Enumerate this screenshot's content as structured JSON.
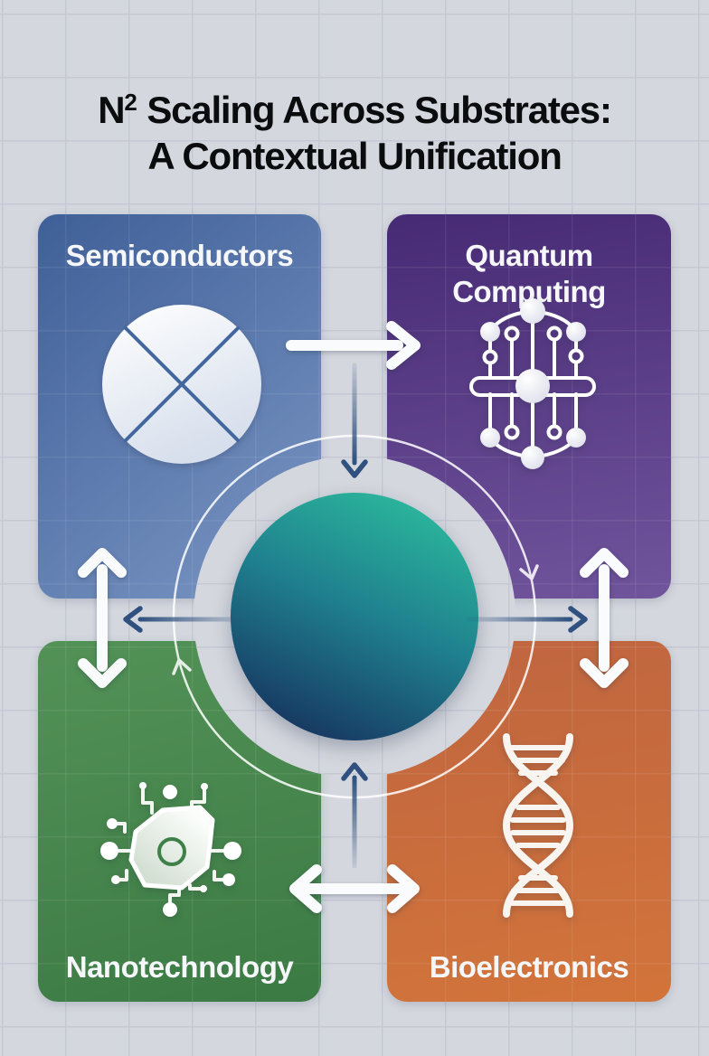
{
  "title": {
    "line1_prefix": "N",
    "line1_exponent": "2",
    "line1_rest": " Scaling Across Substrates:",
    "line2": "A Contextual Unification"
  },
  "quadrants": [
    {
      "label": "Semiconductors",
      "icon": "wafer-icon",
      "gradient": [
        "#3f5f98",
        "#7b97c4"
      ]
    },
    {
      "label": "Quantum Computing",
      "icon": "quantum-circuit-icon",
      "gradient": [
        "#472a74",
        "#70549c"
      ]
    },
    {
      "label": "Nanotechnology",
      "icon": "nanochip-icon",
      "gradient": [
        "#539257",
        "#3b7a43"
      ]
    },
    {
      "label": "Bioelectronics",
      "icon": "dna-helix-icon",
      "gradient": [
        "#bf6540",
        "#d2743a"
      ]
    }
  ],
  "center_hub": {
    "name": "core-circle",
    "gradient": [
      "#2cbc9d",
      "#1f7f8e",
      "#16305d"
    ]
  },
  "arrows": {
    "white": [
      {
        "name": "semiconductors-to-quantum",
        "direction": "right"
      },
      {
        "name": "semiconductors-nanotechnology",
        "direction": "both-vertical"
      },
      {
        "name": "quantum-bioelectronics",
        "direction": "both-vertical"
      },
      {
        "name": "nanotechnology-bioelectronics",
        "direction": "both-horizontal"
      }
    ],
    "navy": [
      {
        "name": "top-channel",
        "direction": "down"
      },
      {
        "name": "bottom-channel",
        "direction": "up"
      },
      {
        "name": "left-channel",
        "direction": "left"
      },
      {
        "name": "right-channel",
        "direction": "right"
      }
    ],
    "ring": {
      "name": "clockwise-rotation-ring",
      "arrowheads": 2
    }
  },
  "theme": {
    "background": "#d4d7de",
    "grid_line": "#c5c9d3",
    "title_color": "#0b0c0e",
    "card_label_color": "#f5f7fa",
    "arrow_white": "#fafbfc",
    "arrow_navy": "#30517f"
  }
}
